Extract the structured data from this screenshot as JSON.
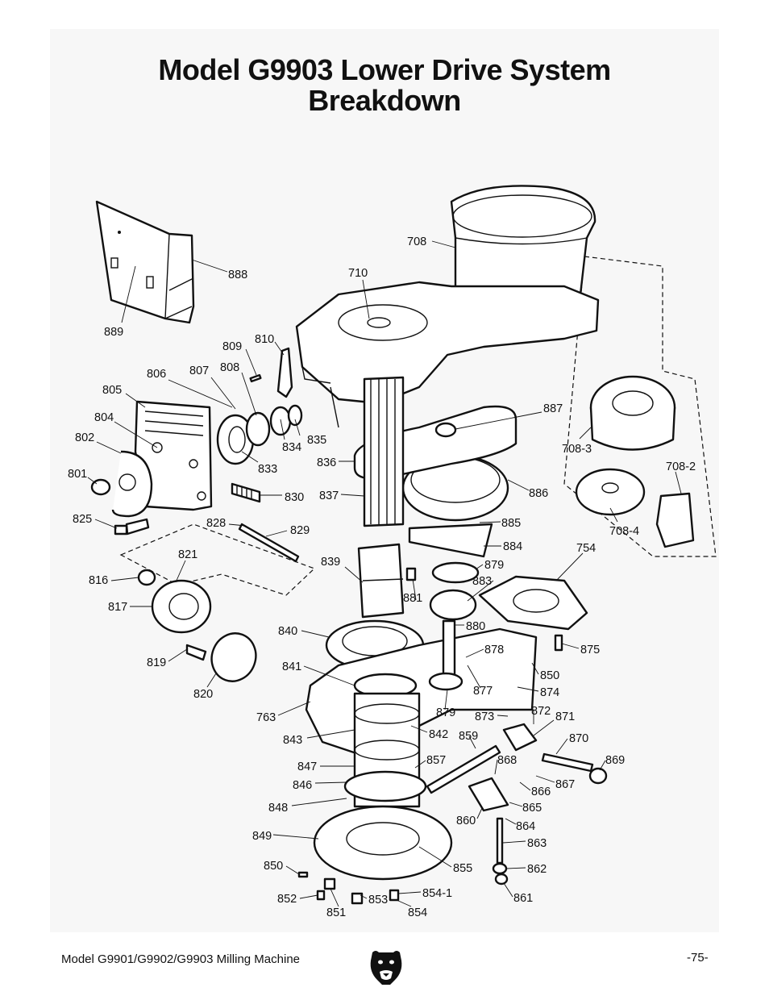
{
  "title": {
    "line1": "Model G9903 Lower Drive System",
    "line2": "Breakdown"
  },
  "footer": {
    "manual": "Model G9901/G9902/G9903 Milling Machine",
    "page": "-75-"
  },
  "logo": {
    "icon": "grizzly-bear-head-icon"
  },
  "labels": [
    "708",
    "710",
    "888",
    "889",
    "809",
    "810",
    "806",
    "807",
    "808",
    "805",
    "804",
    "802",
    "801",
    "825",
    "834",
    "835",
    "833",
    "830",
    "836",
    "837",
    "887",
    "708-3",
    "708-2",
    "886",
    "708-4",
    "885",
    "884",
    "754",
    "828",
    "829",
    "821",
    "816",
    "817",
    "819",
    "820",
    "839",
    "879",
    "883",
    "881",
    "880",
    "840",
    "878",
    "875",
    "841",
    "850",
    "877",
    "874",
    "763",
    "879",
    "873",
    "872",
    "871",
    "843",
    "842",
    "859",
    "870",
    "847",
    "857",
    "868",
    "869",
    "846",
    "866",
    "867",
    "848",
    "865",
    "860",
    "864",
    "849",
    "863",
    "850",
    "855",
    "862",
    "854-1",
    "852",
    "853",
    "861",
    "851",
    "854"
  ]
}
